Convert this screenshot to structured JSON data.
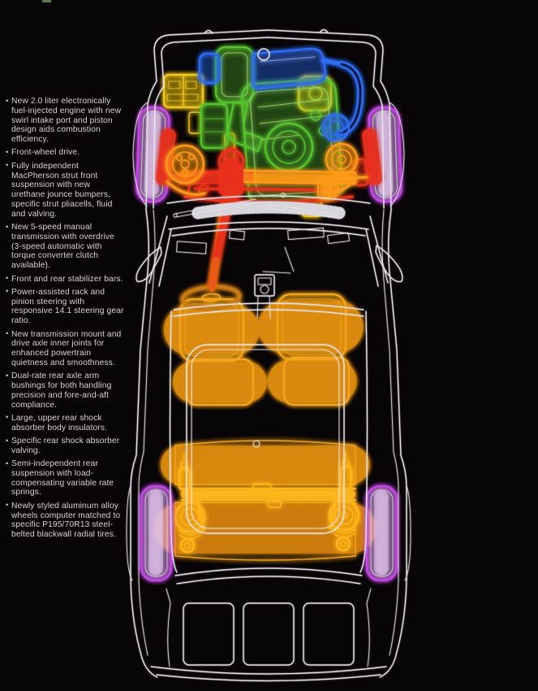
{
  "page": {
    "description": "Black brochure page: neon x-ray top view of a front-wheel-drive hatchback with an engineering feature list",
    "background_color": "#080507",
    "top_edge_mark_color": "#6f9a60"
  },
  "features": {
    "bullet": "•",
    "items": [
      "New 2.0 liter electronically fuel-injected engine with new swirl intake port and piston design aids combustion efficiency.",
      "Front-wheel drive.",
      "Fully independent MacPherson strut front suspension with new urethane jounce bumpers, specific strut pliacells, fluid and valving.",
      "New 5-speed manual transmission with overdrive (3-speed automatic with torque converter clutch available).",
      "Front and rear stabilizer bars.",
      "Power-assisted rack and pinion steering with responsive 14.1 steering gear ratio.",
      "New transmission mount and drive axle inner joints for enhanced powertrain quietness and smoothness.",
      "Dual-rate rear axle arm bushings for both handling precision and fore-and-aft compliance.",
      "Large, upper rear shock absorber body insulators.",
      "Specific rear shock absorber valving.",
      "Semi-independent rear suspension with load-compensating variable rate springs.",
      "Newly styled aluminum alloy wheels computer matched to specific P195/70R13 steel-belted blackwall radial tires."
    ]
  },
  "illustration": {
    "label": "car-xray-top-view",
    "colors": {
      "body_outline": "#e7e3e8",
      "engine_green": "#55c22e",
      "intake_blue": "#2e6cf2",
      "battery_yellow": "#f2c81e",
      "suspension_red": "#e8301c",
      "hub_orange": "#ff9a1c",
      "interior_orange": "#f4a41c",
      "rear_axle_gold": "#ffb61e",
      "tire_purple": "#c447e6"
    }
  }
}
